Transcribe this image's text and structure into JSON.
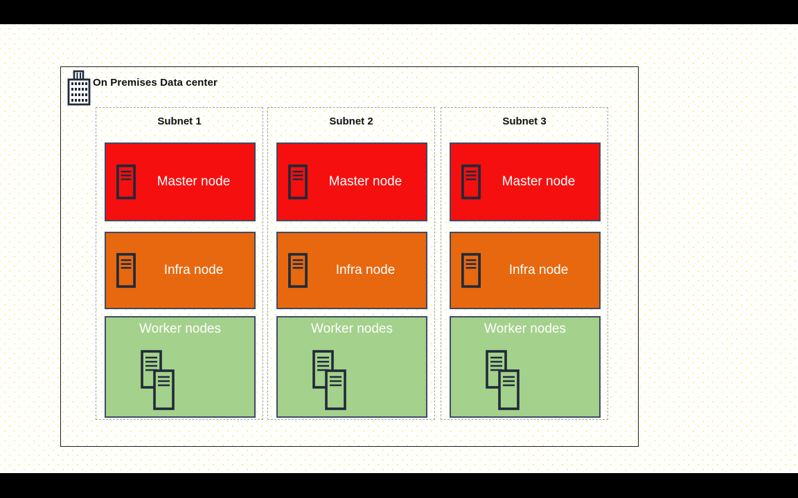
{
  "letterbox": {
    "top": true,
    "bottom": true,
    "color": "#000000"
  },
  "colors": {
    "master_node_fill": "#f50f0f",
    "infra_node_fill": "#e8680f",
    "worker_node_fill": "#a4d18b",
    "node_border": "#3e4a63",
    "icon_stroke": "#202a3a",
    "subnet_dashed_border": "#9ba2ab",
    "container_border": "#1d1d1d",
    "background": "#fffffe",
    "background_dots": "#f5f0a3",
    "node_text": "#ffffff",
    "heading_text": "#0f0f0f"
  },
  "datacenter": {
    "label": "On Premises Data center",
    "icon": "building-icon",
    "subnets": [
      {
        "label": "Subnet 1",
        "nodes": [
          {
            "type": "master",
            "label": "Master node",
            "icon": "server-icon"
          },
          {
            "type": "infra",
            "label": "Infra node",
            "icon": "server-icon"
          },
          {
            "type": "worker",
            "label": "Worker nodes",
            "icon": "double-server-icon"
          }
        ]
      },
      {
        "label": "Subnet 2",
        "nodes": [
          {
            "type": "master",
            "label": "Master node",
            "icon": "server-icon"
          },
          {
            "type": "infra",
            "label": "Infra node",
            "icon": "server-icon"
          },
          {
            "type": "worker",
            "label": "Worker nodes",
            "icon": "double-server-icon"
          }
        ]
      },
      {
        "label": "Subnet 3",
        "nodes": [
          {
            "type": "master",
            "label": "Master node",
            "icon": "server-icon"
          },
          {
            "type": "infra",
            "label": "Infra node",
            "icon": "server-icon"
          },
          {
            "type": "worker",
            "label": "Worker nodes",
            "icon": "double-server-icon"
          }
        ]
      }
    ]
  }
}
